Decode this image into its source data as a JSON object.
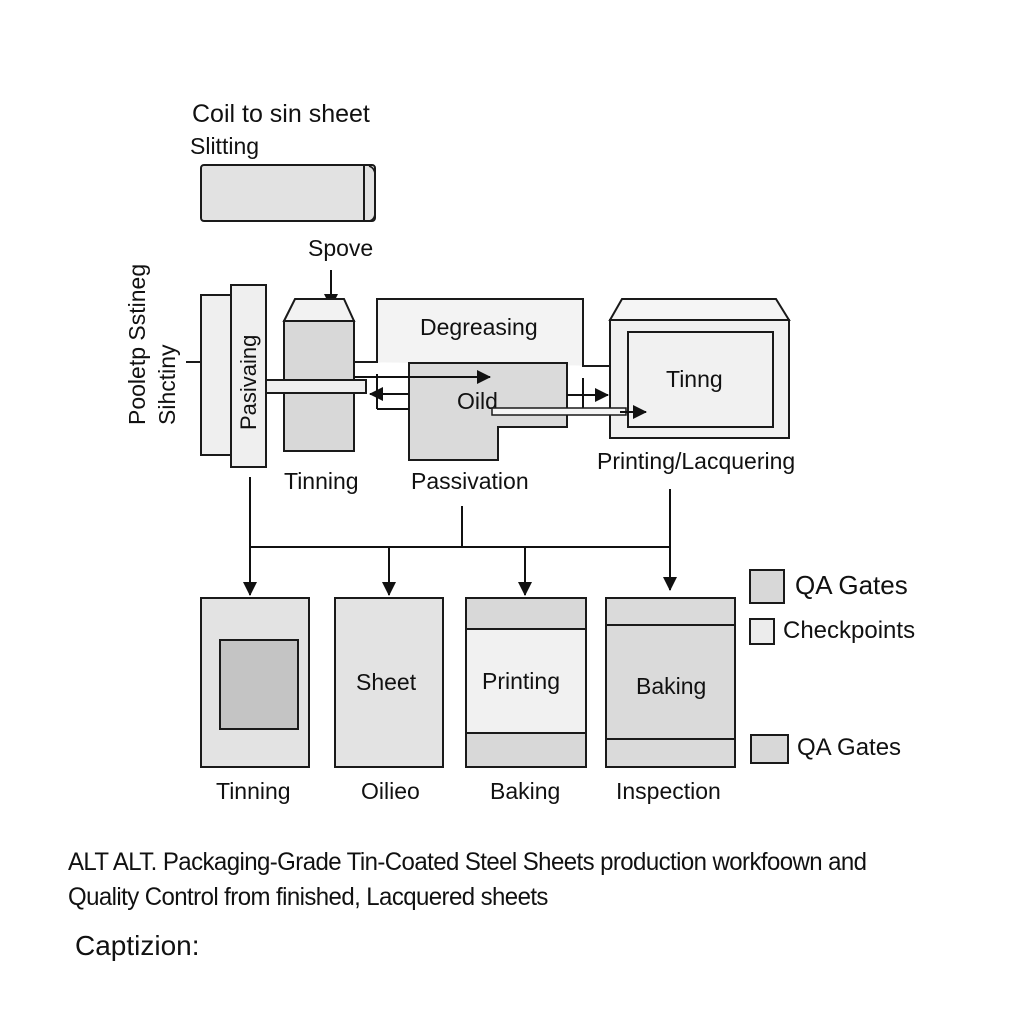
{
  "diagram": {
    "top_title": "Coil to sin sheet",
    "top_subtitle": "Slitting",
    "spove_label": "Spove",
    "side_label_line1": "Pooletp Sstineg",
    "side_label_line2": "Sihctiny",
    "stages_upper": [
      {
        "id": "passivaing",
        "inner_label": "Pasivaing",
        "caption": ""
      },
      {
        "id": "tinning",
        "inner_label": "",
        "caption": "Tinning"
      },
      {
        "id": "degreasing",
        "inner_label": "Degreasing",
        "caption": ""
      },
      {
        "id": "oild",
        "inner_label": "Oild",
        "caption": "Passivation"
      },
      {
        "id": "tinng",
        "inner_label": "Tinng",
        "caption": "Printing/Lacquering"
      }
    ],
    "stages_lower": [
      {
        "id": "qa-tinning",
        "inner_label": "",
        "caption": "Tinning"
      },
      {
        "id": "qa-sheet",
        "inner_label": "Sheet",
        "caption": "Oilieo"
      },
      {
        "id": "qa-printing",
        "inner_label": "Printing",
        "caption": "Baking"
      },
      {
        "id": "qa-baking",
        "inner_label": "Baking",
        "caption": "Inspection"
      }
    ],
    "legend": [
      {
        "label": "QA Gates",
        "color": "#d8d8d8"
      },
      {
        "label": "Checkpoints",
        "color": "#ececec"
      },
      {
        "label": "QA Gates",
        "color": "#d8d8d8"
      }
    ],
    "colors": {
      "stroke": "#1a1a1a",
      "fill_light": "#efefef",
      "fill_mid": "#dcdcdc",
      "fill_dark": "#c4c4c4",
      "fill_pale": "#f4f4f4"
    }
  },
  "caption": {
    "text": "ALT ALT. Packaging-Grade Tin-Coated Steel Sheets production workfoown and Quality Control from finished, Lacquered sheets",
    "label": "Captizion:"
  }
}
